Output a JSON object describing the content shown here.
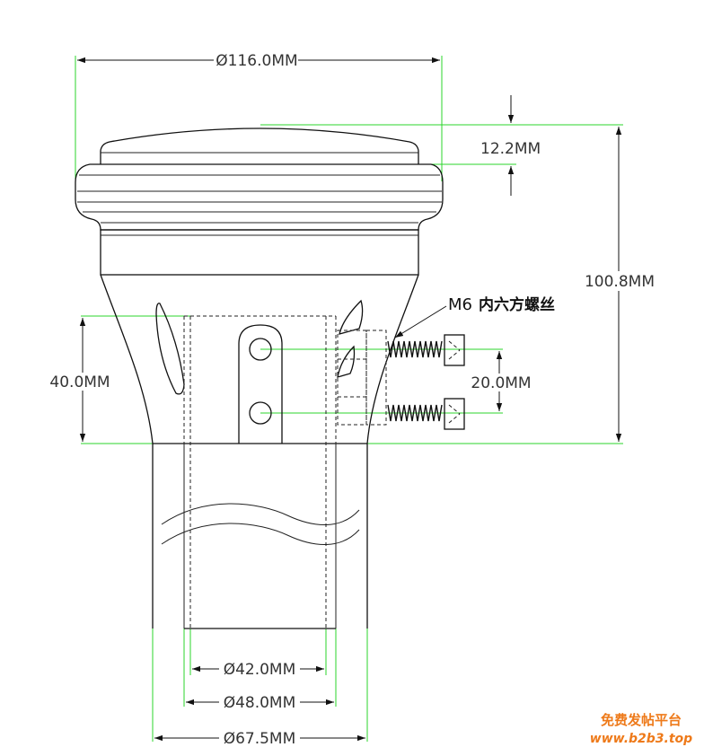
{
  "dimensions": {
    "top_diameter": "Ø116.0MM",
    "cap_height": "12.2MM",
    "total_height": "100.8MM",
    "clamp_height": "40.0MM",
    "screw_spacing": "20.0MM",
    "inner_diameter": "Ø42.0MM",
    "tube_diameter": "Ø48.0MM",
    "base_diameter": "Ø67.5MM"
  },
  "callout": {
    "thread": "M6",
    "description": "内六方螺丝"
  },
  "watermark": {
    "line1": "免费发帖平台",
    "line2": "www.b2b3.top"
  },
  "colors": {
    "outline": "#111111",
    "extension_lines": "#2bd42b",
    "watermark": "#ee7a1a"
  }
}
